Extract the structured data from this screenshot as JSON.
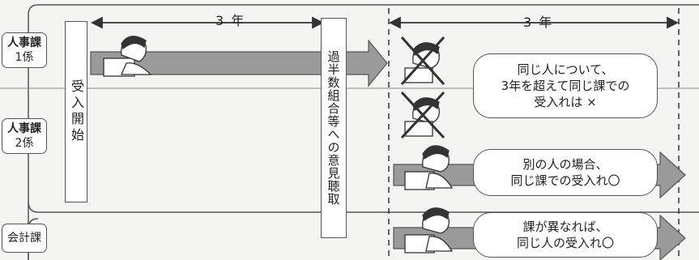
{
  "departments": [
    {
      "line1": "人事課",
      "line2": "1係"
    },
    {
      "line1": "人事課",
      "line2": "2係"
    },
    {
      "line1": "会計課",
      "line2": ""
    }
  ],
  "acceptance_start": "受入開始",
  "hearing": "過半数組合等への意見聴取",
  "period_left": "3 年",
  "period_right": "3 年",
  "notes": {
    "same_person": {
      "line1": "同じ人について、",
      "line2": "3年を超えて同じ課での",
      "line3": "受入れは ×"
    },
    "other_person": {
      "line1": "別の人の場合、",
      "line2": "同じ課での受入れ〇"
    },
    "other_section": {
      "line1": "課が異なれば、",
      "line2": "同じ人の受入れ〇"
    }
  },
  "colors": {
    "arrow_fill": "#9a9a9a",
    "line": "#555555",
    "box_bg": "#ffffff"
  }
}
